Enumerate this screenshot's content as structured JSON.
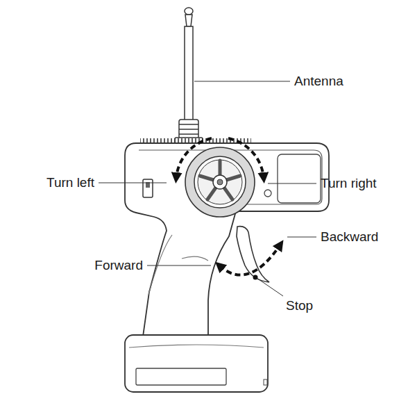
{
  "diagram": {
    "labels": [
      "Antenna",
      "Turn left",
      "Turn right",
      "Backward",
      "Forward",
      "Stop"
    ]
  }
}
